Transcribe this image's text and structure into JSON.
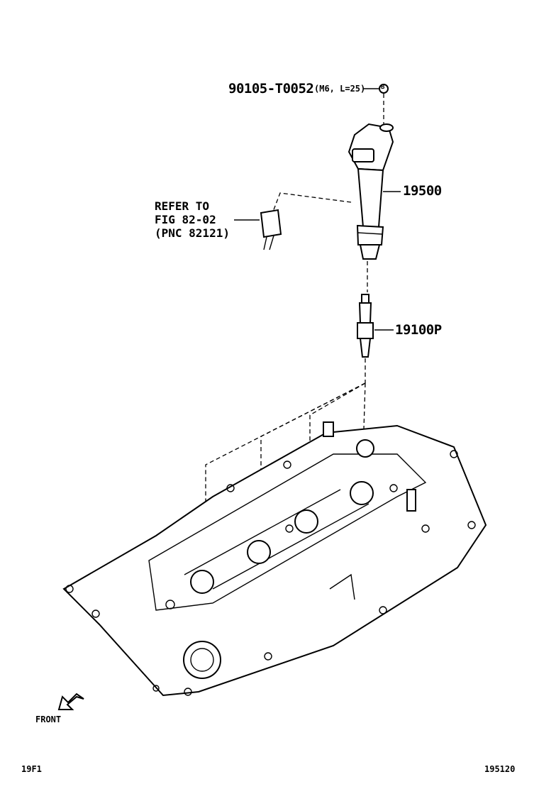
{
  "callouts": {
    "bolt": {
      "part_no": "90105-T0052",
      "spec": "(M6, L=25)",
      "marker": "B"
    },
    "ignition_coil": {
      "part_no": "19500"
    },
    "spark_plug": {
      "part_no": "19100P"
    },
    "refer": {
      "line1": "REFER TO",
      "line2": "FIG 82-02",
      "line3": "(PNC 82121)"
    }
  },
  "direction": {
    "label": "FRONT"
  },
  "footer": {
    "left_code": "19F1",
    "right_code": "195120"
  }
}
